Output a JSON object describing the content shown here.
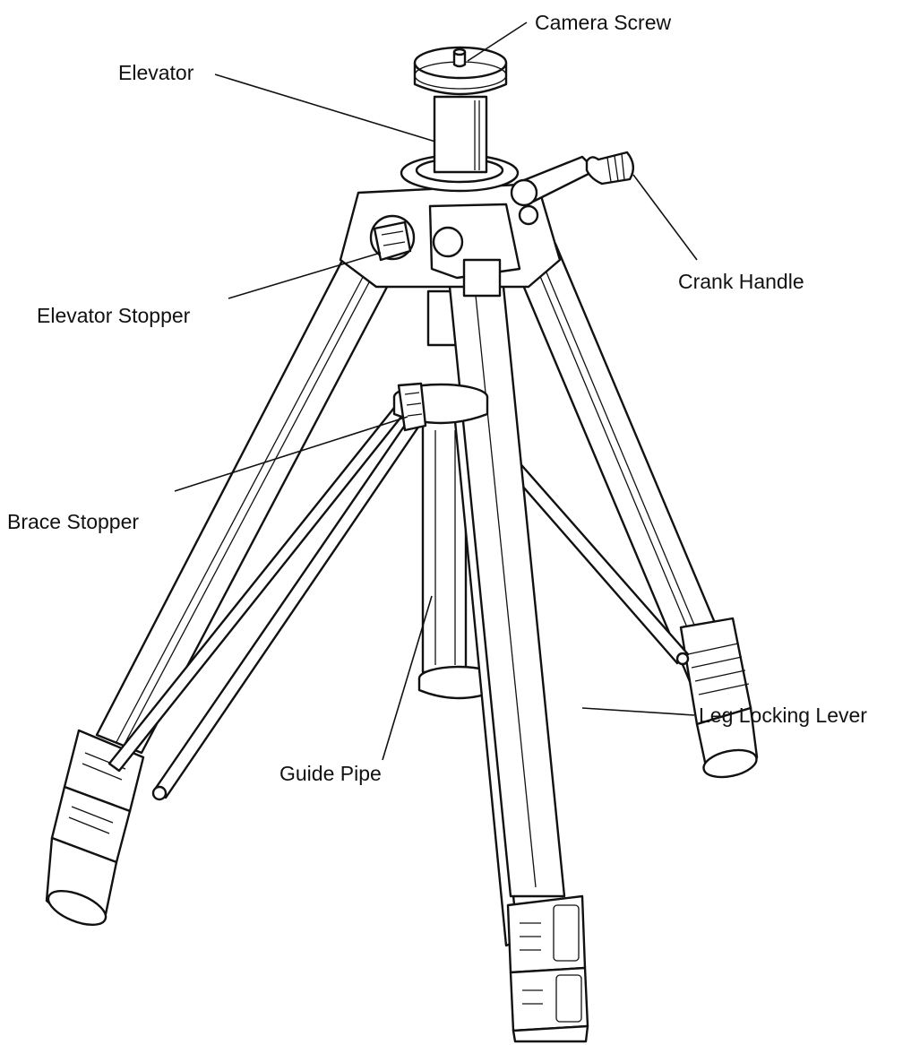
{
  "diagram": {
    "labels": {
      "camera_screw": "Camera Screw",
      "elevator": "Elevator",
      "crank_handle": "Crank Handle",
      "elevator_stopper": "Elevator Stopper",
      "brace_stopper": "Brace Stopper",
      "guide_pipe": "Guide Pipe",
      "leg_locking_lever": "Leg Locking Lever"
    }
  }
}
